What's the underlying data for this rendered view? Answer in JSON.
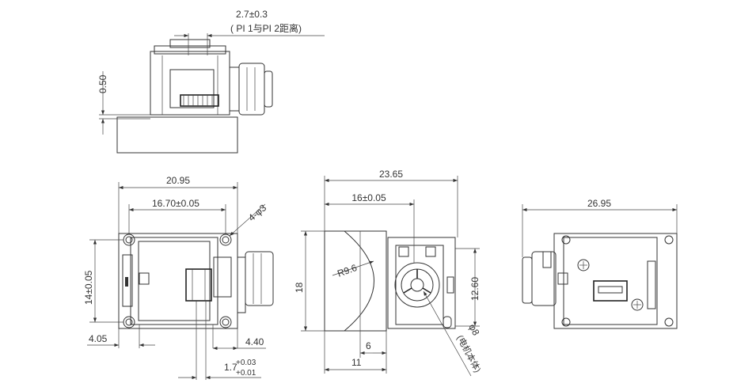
{
  "top_view": {
    "pitch_label": "2.7±0.3",
    "pitch_note": "( PI 1与PI 2距离)",
    "offset_label": "0.50"
  },
  "front_view": {
    "overall_width": "20.95",
    "hole_spacing_x": "16.70±0.05",
    "hole_callout": "4-φ3",
    "hole_spacing_y": "14±0.05",
    "left_offset": "4.05",
    "right_offset": "4.40",
    "shaft_width_base": "1.7",
    "shaft_tol_upper": "+0.03",
    "shaft_tol_lower": "+0.01"
  },
  "side_view": {
    "overall_length": "23.65",
    "center_distance": "16±0.05",
    "radius": "R9.6",
    "height": "18",
    "motor_height": "12.60",
    "dim_6": "6",
    "dim_11": "11",
    "motor_diameter": "φ8",
    "motor_note": "(电机本体)"
  },
  "rear_view": {
    "overall_width": "26.95"
  }
}
